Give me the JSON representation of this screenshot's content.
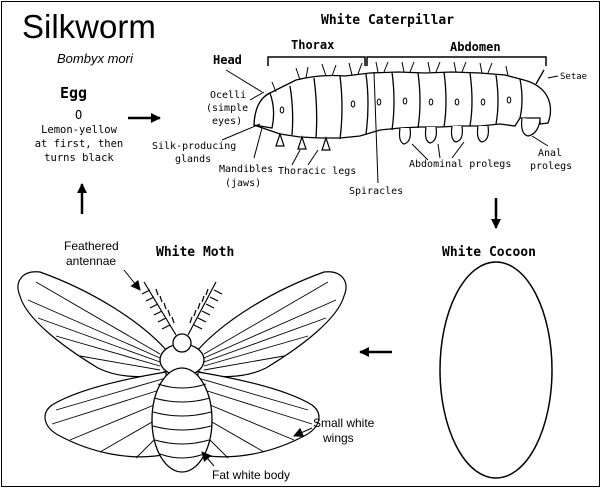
{
  "title": "Silkworm",
  "subtitle": "Bombyx mori",
  "egg": {
    "heading": "Egg",
    "symbol": "O",
    "desc_lines": [
      "Lemon-yellow",
      "at first, then",
      "turns black"
    ]
  },
  "caterpillar": {
    "heading": "White Caterpillar",
    "labels": {
      "head": "Head",
      "thorax": "Thorax",
      "abdomen": "Abdomen",
      "setae": "Setae",
      "ocelli_lines": [
        "Ocelli",
        "(simple",
        "eyes)"
      ],
      "silk_lines": [
        "Silk-producing",
        "glands"
      ],
      "mandibles_lines": [
        "Mandibles",
        "(jaws)"
      ],
      "thoracic_legs": "Thoracic legs",
      "spiracles": "Spiracles",
      "abdominal_prolegs": "Abdominal prolegs",
      "anal_lines": [
        "Anal",
        "prolegs"
      ]
    }
  },
  "cocoon": {
    "heading": "White Cocoon"
  },
  "moth": {
    "heading": "White Moth",
    "antennae_lines": [
      "Feathered",
      "antennae"
    ],
    "wings_lines": [
      "Small white",
      "wings"
    ],
    "body": "Fat white body"
  }
}
